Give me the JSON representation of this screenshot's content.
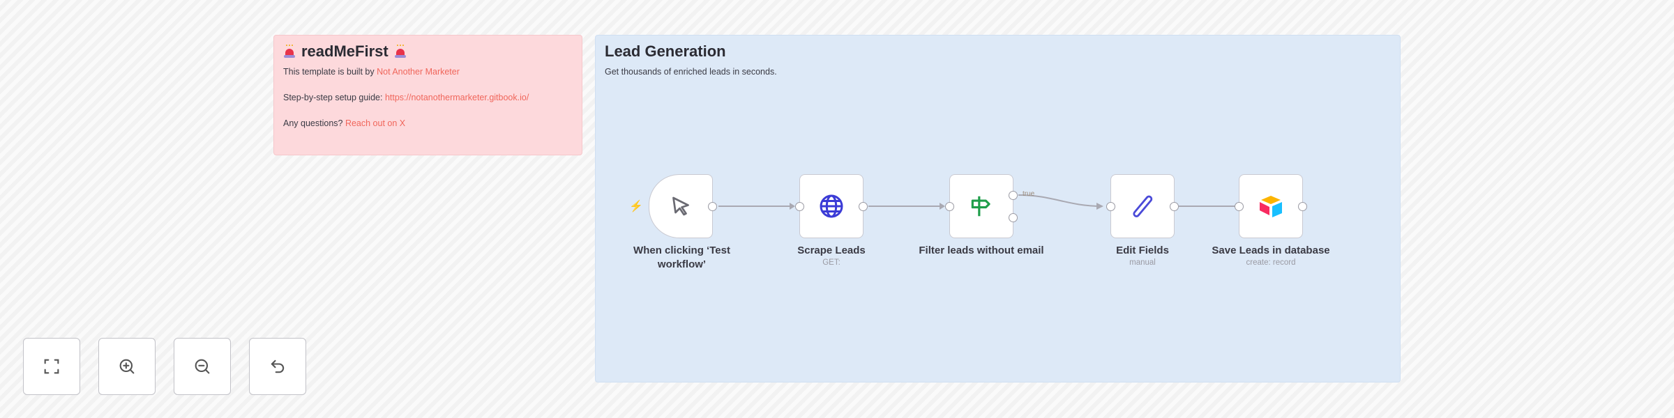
{
  "stickies": {
    "readme": {
      "title": "readMeFirst",
      "line1_prefix": "This template is built by ",
      "line1_link": "Not Another Marketer",
      "line2_prefix": "Step-by-step setup guide: ",
      "line2_link": "https://notanothermarketer.gitbook.io/",
      "line3_prefix": "Any questions? ",
      "line3_link": "Reach out on X",
      "bg_color": "#fdd9dc"
    },
    "lead_generation": {
      "title": "Lead Generation",
      "description": "Get thousands of enriched leads in seconds.",
      "bg_color": "#dde9f7"
    }
  },
  "nodes": [
    {
      "label_line1": "When clicking ‘Test",
      "label_line2": "workflow’",
      "subtitle": "",
      "icon": "cursor-icon"
    },
    {
      "label_line1": "Scrape Leads",
      "subtitle": "GET:",
      "icon": "globe-icon"
    },
    {
      "label_line1": "Filter leads without email",
      "subtitle": "",
      "icon": "signpost-icon"
    },
    {
      "label_line1": "Edit Fields",
      "subtitle": "manual",
      "icon": "pencil-icon"
    },
    {
      "label_line1": "Save Leads in database",
      "subtitle": "create: record",
      "icon": "airtable-icon"
    }
  ],
  "connections": {
    "filter_true_label": "true"
  },
  "controls": [
    {
      "name": "fit-view",
      "icon": "fit-view-icon"
    },
    {
      "name": "zoom-in",
      "icon": "zoom-in-icon"
    },
    {
      "name": "zoom-out",
      "icon": "zoom-out-icon"
    },
    {
      "name": "reset",
      "icon": "undo-icon"
    }
  ],
  "colors": {
    "link": "#f0665b",
    "globe": "#3b3bd6",
    "filter": "#1f9e4a",
    "pencil": "#4a4ad8"
  }
}
